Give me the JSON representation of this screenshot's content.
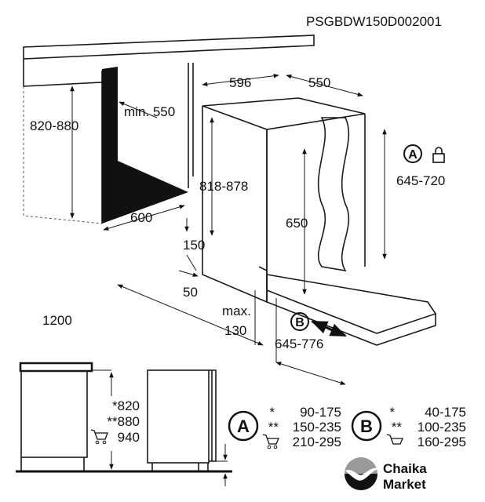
{
  "model_code": "PSGBDW150D002001",
  "dimensions": {
    "width_596": "596",
    "depth_550": "550",
    "niche_height": "820-880",
    "min_depth": "min. 550",
    "niche_width": "600",
    "appliance_height": "818-878",
    "door_height": "645-720",
    "door_inner": "650",
    "plinth_150": "150",
    "plinth_50": "50",
    "open_1200": "1200",
    "max_130": "max. 130",
    "panel_range": "645-776"
  },
  "markers": {
    "a": "A",
    "b": "B"
  },
  "heights_table": {
    "star1": "*820",
    "star2": "**880",
    "cart": "940"
  },
  "table_a": {
    "label": "A",
    "rows": [
      {
        "mark": "*",
        "value": "90-175"
      },
      {
        "mark": "**",
        "value": "150-235"
      },
      {
        "mark": "cart",
        "value": "210-295"
      }
    ]
  },
  "table_b": {
    "label": "B",
    "rows": [
      {
        "mark": "*",
        "value": "40-175"
      },
      {
        "mark": "**",
        "value": "100-235"
      },
      {
        "mark": "cart",
        "value": "160-295"
      }
    ]
  },
  "watermark": {
    "line1": "Chaika",
    "line2": "Market"
  }
}
